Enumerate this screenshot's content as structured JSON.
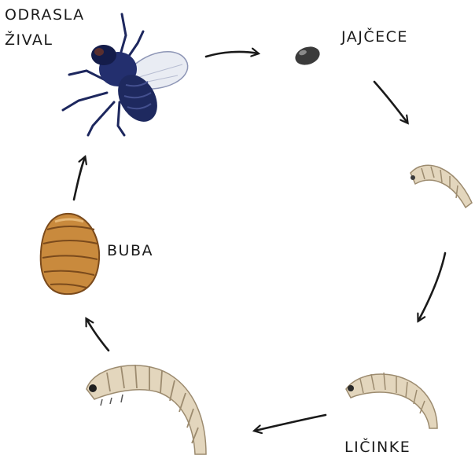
{
  "labels": {
    "adult_line1": "ODRASLA",
    "adult_line2": "ŽIVAL",
    "egg": "JAJČECE",
    "pupa": "BUBA",
    "larva": "LIČINKE"
  },
  "colors": {
    "ink": "#1a1a1a",
    "fly_body": "#232f6e",
    "fly_body_dark": "#141c4a",
    "fly_wing": "#e9ecf3",
    "egg": "#3b3b3b",
    "pupa": "#c98a3d",
    "pupa_dark": "#7a4a1c",
    "larva": "#e3d6bd",
    "larva_stripe": "#9c8b6f"
  },
  "icons": [
    "adult-fly-icon",
    "egg-icon",
    "larva-icon",
    "pupa-icon",
    "cycle-arrow-icon"
  ]
}
